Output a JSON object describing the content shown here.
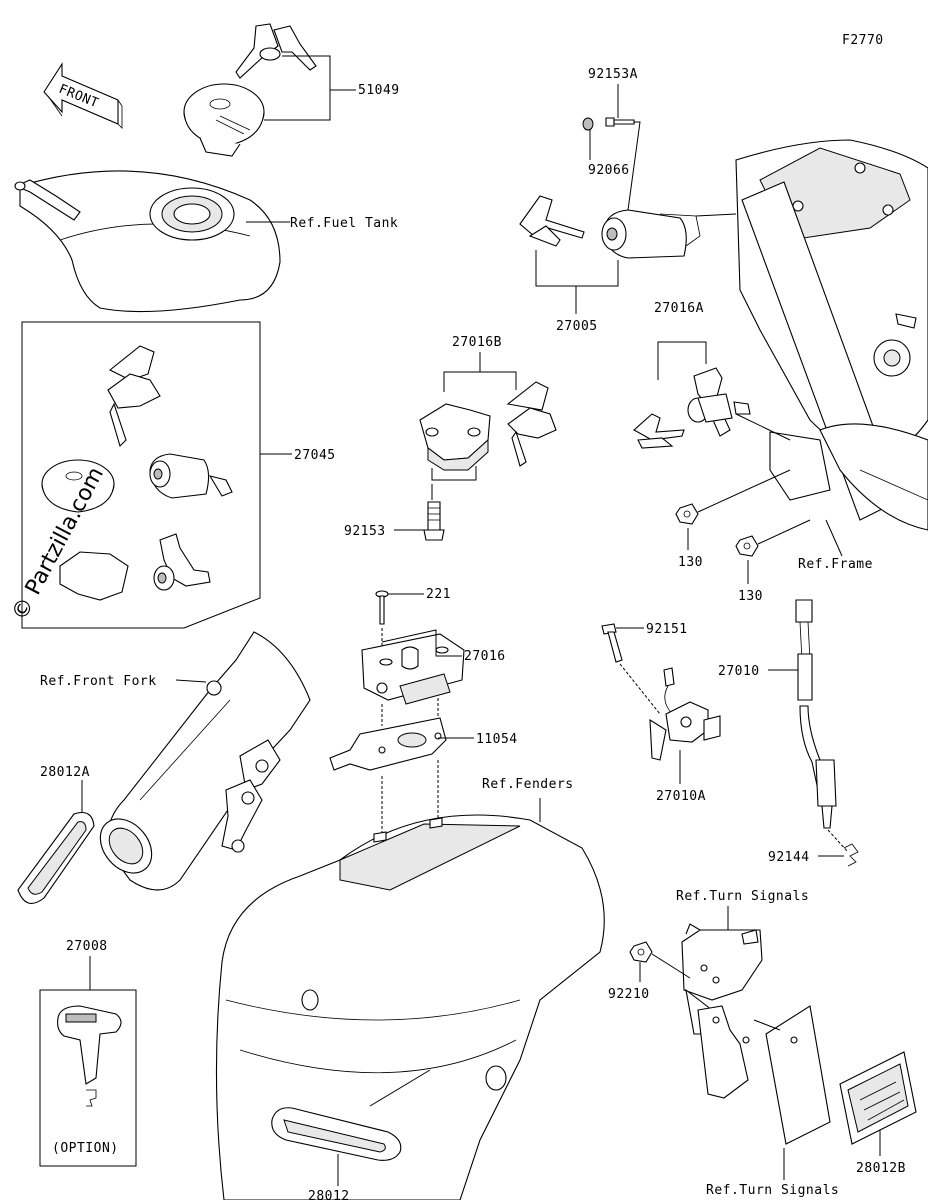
{
  "figure_code": "F2770",
  "front_label": "FRONT",
  "watermark": "© Partzilla.com",
  "labels": {
    "p51049": "51049",
    "fuel_tank": "Ref.Fuel Tank",
    "p92153A": "92153A",
    "p92066": "92066",
    "p27005": "27005",
    "p27016A": "27016A",
    "p27016B": "27016B",
    "p27045": "27045",
    "p92153": "92153",
    "p130a": "130",
    "p130b": "130",
    "frame": "Ref.Frame",
    "p221": "221",
    "p27016": "27016",
    "p11054": "11054",
    "front_fork": "Ref.Front Fork",
    "p28012A": "28012A",
    "fenders": "Ref.Fenders",
    "p92151": "92151",
    "p27010": "27010",
    "p27010A": "27010A",
    "p92144": "92144",
    "turn_signals_top": "Ref.Turn Signals",
    "p92210": "92210",
    "p27008": "27008",
    "option": "(OPTION)",
    "p28012": "28012",
    "p28012B": "28012B",
    "turn_signals_bottom": "Ref.Turn Signals"
  }
}
